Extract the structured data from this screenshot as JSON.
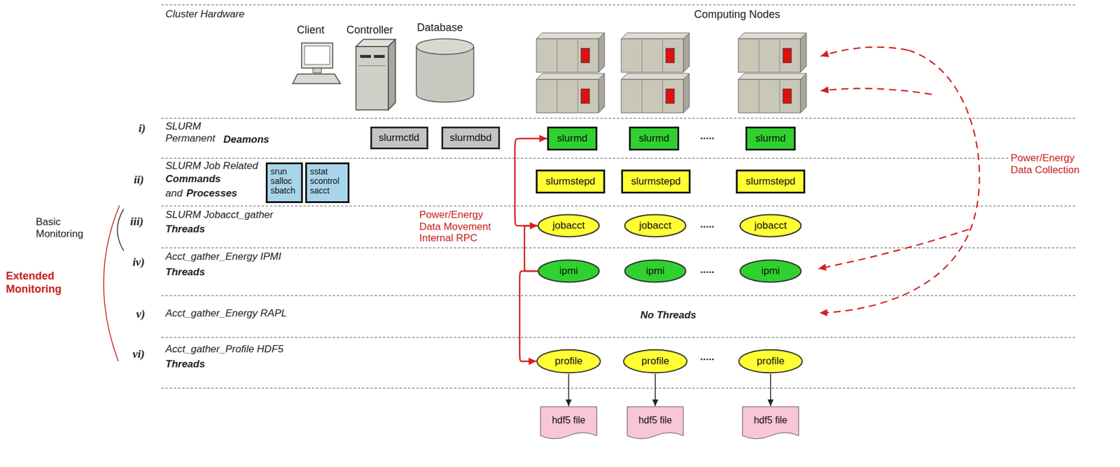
{
  "diagram": {
    "nodes": [
      {
        "text": [
          "slurmctld"
        ]
      },
      {
        "text": [
          "slurmdbd"
        ]
      },
      {
        "text": [
          "slurmd"
        ]
      },
      {
        "text": [
          "slurmd"
        ]
      },
      {
        "text": [
          "slurmd"
        ]
      },
      {
        "text": [
          "srun salloc sbatch"
        ]
      },
      {
        "text": [
          "sstat scontrol sacct"
        ]
      },
      {
        "text": [
          "slurmstepd"
        ]
      },
      {
        "text": [
          "slurmstepd"
        ]
      },
      {
        "text": [
          "slurmstepd"
        ]
      },
      {
        "text": [
          "jobacct"
        ]
      },
      {
        "text": [
          "jobacct"
        ]
      },
      {
        "text": [
          "jobacct"
        ]
      },
      {
        "text": [
          "ipmi"
        ]
      },
      {
        "text": [
          "ipmi"
        ]
      },
      {
        "text": [
          "ipmi"
        ]
      },
      {
        "text": [
          "profile"
        ]
      },
      {
        "text": [
          "profile"
        ]
      },
      {
        "text": [
          "profile"
        ]
      },
      {
        "text": [
          "hdf5 file"
        ]
      },
      {
        "text": [
          "hdf5 file"
        ]
      },
      {
        "text": [
          "hdf5 file"
        ]
      }
    ],
    "edges": [
      {
        "from": 10,
        "to": 2,
        "arrow": "to"
      },
      {
        "from": 13,
        "to": 10,
        "arrow": "to"
      },
      {
        "from": 13,
        "to": 16,
        "arrow": "to"
      },
      {
        "from": 16,
        "to": 19,
        "arrow": "to"
      },
      {
        "from": 17,
        "to": 20,
        "arrow": "to"
      },
      {
        "from": 18,
        "to": 21,
        "arrow": "to"
      }
    ],
    "labels": [
      "Cluster Hardware",
      "Client",
      "Controller",
      "Database",
      "Computing Nodes",
      "i)",
      "SLURM Permanent",
      "Deamons",
      "ii)",
      "SLURM Job Related",
      "Commands",
      "and",
      "Processes",
      "Power/Energy Data Movement Internal RPC",
      "iii)",
      "SLURM Jobacct_gather",
      "Threads",
      "Basic Monitoring",
      "Extended Monitoring",
      "iv)",
      "Acct_gather_Energy IPMI",
      "Threads",
      "v)",
      "Acct_gather_Energy RAPL",
      "No Threads",
      "vi)",
      "Acct_gather_Profile HDF5",
      "Threads",
      ".....",
      ".....",
      ".....",
      ".....",
      "Power/Energy Data Collection"
    ]
  }
}
